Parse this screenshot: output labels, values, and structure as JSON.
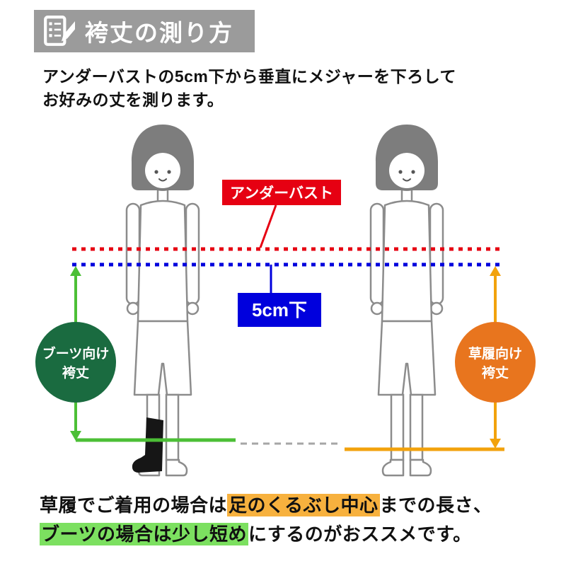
{
  "header": {
    "title": "袴丈の測り方",
    "icon": "memo-pencil-icon"
  },
  "description": {
    "line1": "アンダーバストの5cm下から垂直にメジャーを下ろして",
    "line2": "お好みの丈を測ります。"
  },
  "diagram": {
    "underbust_label": "アンダーバスト",
    "below_bust_label": "5cm下",
    "boots_circle": {
      "line1": "ブーツ向け",
      "line2": "袴丈"
    },
    "zori_circle": {
      "line1": "草履向け",
      "line2": "袴丈"
    }
  },
  "footer": {
    "line1_part1": "草履でご着用の場合は",
    "line1_highlight": "足のくるぶし中心",
    "line1_part2": "までの長さ、",
    "line2_highlight": "ブーツの場合は少し短め",
    "line2_part2": "にするのがおススメです。"
  },
  "colors": {
    "red": "#e60012",
    "blue": "#0000dd",
    "green_dark": "#1a6b40",
    "green_bright": "#4cbf36",
    "orange_dark": "#e8751e",
    "orange_bright": "#f2a20c",
    "banner_gray": "#9b9b9b",
    "figure_outline": "#8c8c8c",
    "hair_gray": "#7d7d7d",
    "dashed_gray": "#a6a6a6",
    "highlight_orange": "#f7b13e",
    "highlight_green": "#7ce060"
  }
}
